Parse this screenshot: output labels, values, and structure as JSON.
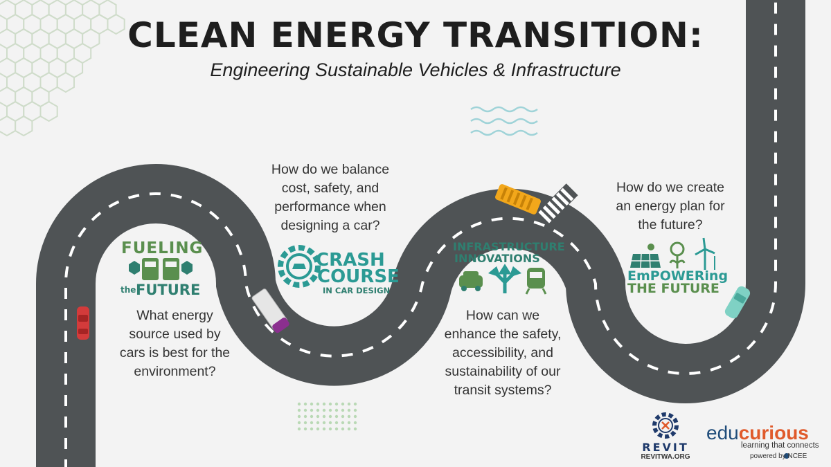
{
  "header": {
    "title": "CLEAN ENERGY TRANSITION:",
    "subtitle": "Engineering Sustainable Vehicles & Infrastructure"
  },
  "questions": {
    "q1": "What energy\nsource used by\ncars is best for the\nenvironment?",
    "q2": "How do we balance\ncost, safety, and\nperformance when\ndesigning a car?",
    "q3": "How can we\nenhance the safety,\naccessibility, and\nsustainability of our\ntransit systems?",
    "q4": "How do we create\nan energy plan for\nthe future?"
  },
  "units": {
    "fueling": {
      "line1": "FUELING",
      "line2a": "the",
      "line2b": "FUTURE"
    },
    "crash": {
      "line1": "CRASH",
      "line2": "COURSE",
      "line3": "IN CAR DESIGN"
    },
    "infra": {
      "line1": "INFRASTRUCTURE",
      "line2": "INNOVATIONS"
    },
    "empower": {
      "line1": "EmPOWERing",
      "line2": "THE FUTURE"
    }
  },
  "branding": {
    "revit_word": "REVIT",
    "revit_url": "REVITWA.ORG",
    "edu_a": "edu",
    "edu_b": "curi",
    "edu_c": "us",
    "edu_tagline": "learning that connects",
    "edu_powered": "powered by NCEE"
  },
  "colors": {
    "road": "#4f5355",
    "road_line": "#ffffff",
    "green": "#5a8f4e",
    "teal": "#2b9a94",
    "dark_teal": "#2f7f70",
    "blue": "#1f4c7a",
    "hex_outline": "#c9d8c4",
    "wave": "#9fd3d8"
  },
  "icons": [
    "hexagon-pattern-icon",
    "wave-decoration-icon",
    "fuel-pump-icon",
    "gear-icon",
    "car-icon",
    "split-arrows-icon",
    "train-icon",
    "solar-panel-icon",
    "wind-turbine-icon",
    "revit-gear-icon",
    "ncee-icon"
  ]
}
